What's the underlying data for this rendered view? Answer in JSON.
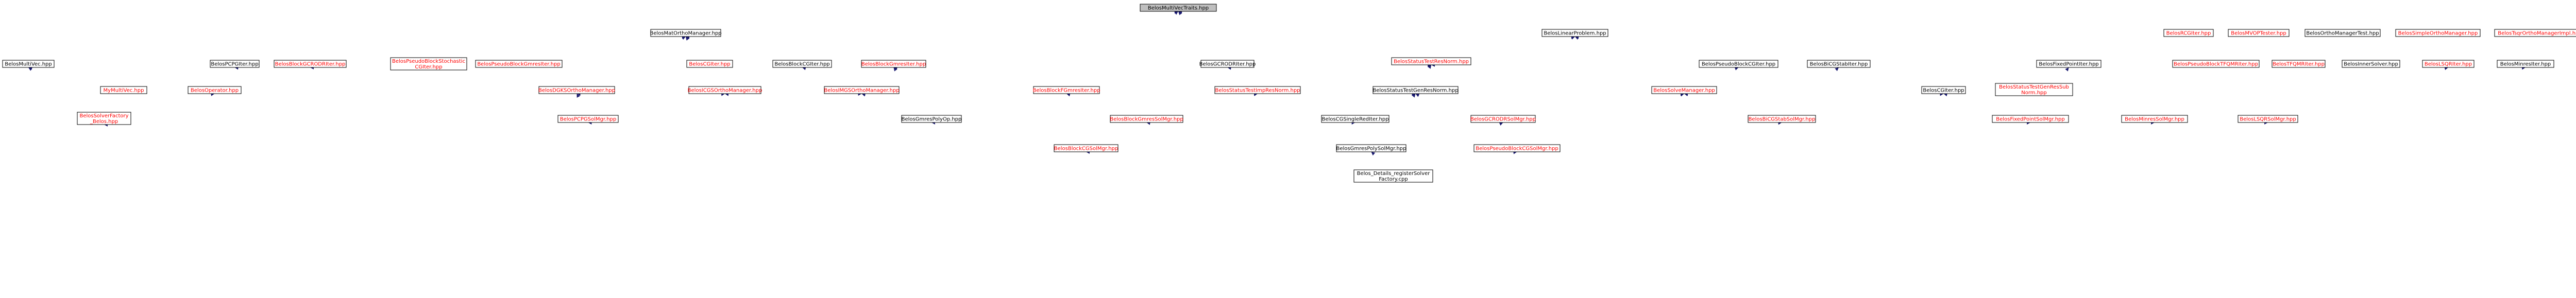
{
  "graph": {
    "nodes": [
      {
        "id": "root",
        "lines": [
          "BelosMultiVecTraits.hpp"
        ],
        "color": "#000000",
        "fill": "#bfbfbf"
      },
      {
        "id": "orthomgr",
        "lines": [
          "BelosMatOrthoManager.hpp"
        ],
        "color": "#000000",
        "fill": "#ffffff"
      },
      {
        "id": "linearproblem",
        "lines": [
          "BelosLinearProblem.hpp"
        ],
        "color": "#000000",
        "fill": "#ffffff"
      },
      {
        "id": "rcgiter",
        "lines": [
          "BelosRCGIter.hpp"
        ],
        "color": "#ff0000",
        "fill": "#ffffff"
      },
      {
        "id": "mvoptester",
        "lines": [
          "BelosMVOPTester.hpp"
        ],
        "color": "#ff0000",
        "fill": "#ffffff"
      },
      {
        "id": "orthomgrtest",
        "lines": [
          "BelosOrthoManagerTest.hpp"
        ],
        "color": "#000000",
        "fill": "#ffffff"
      },
      {
        "id": "simpleortho",
        "lines": [
          "BelosSimpleOrthoManager.hpp"
        ],
        "color": "#ff0000",
        "fill": "#ffffff"
      },
      {
        "id": "tsqrortho",
        "lines": [
          "BelosTsqrOrthoManagerImpl.hpp"
        ],
        "color": "#ff0000",
        "fill": "#ffffff"
      },
      {
        "id": "multivec",
        "lines": [
          "BelosMultiVec.hpp"
        ],
        "color": "#000000",
        "fill": "#ffffff"
      },
      {
        "id": "pcpgiter",
        "lines": [
          "BelosPCPGIter.hpp"
        ],
        "color": "#000000",
        "fill": "#ffffff"
      },
      {
        "id": "blockgcrodr",
        "lines": [
          "BelosBlockGCRODRIter.hpp"
        ],
        "color": "#ff0000",
        "fill": "#ffffff"
      },
      {
        "id": "pseudoblockstoch",
        "lines": [
          "BelosPseudoBlockStochastic",
          "CGIter.hpp"
        ],
        "color": "#ff0000",
        "fill": "#ffffff"
      },
      {
        "id": "pseudoblockgmres",
        "lines": [
          "BelosPseudoBlockGmresIter.hpp"
        ],
        "color": "#ff0000",
        "fill": "#ffffff"
      },
      {
        "id": "cgiter",
        "lines": [
          "BelosCGIter.hpp"
        ],
        "color": "#ff0000",
        "fill": "#ffffff"
      },
      {
        "id": "blockcgiter",
        "lines": [
          "BelosBlockCGIter.hpp"
        ],
        "color": "#000000",
        "fill": "#ffffff"
      },
      {
        "id": "blockgmresiter",
        "lines": [
          "BelosBlockGmresIter.hpp"
        ],
        "color": "#ff0000",
        "fill": "#ffffff"
      },
      {
        "id": "statustestresnorm",
        "lines": [
          "BelosStatusTestResNorm.hpp"
        ],
        "color": "#ff0000",
        "fill": "#ffffff"
      },
      {
        "id": "blockfgmres",
        "lines": [
          "BelosBlockFGmresIter.hpp"
        ],
        "color": "#ff0000",
        "fill": "#ffffff"
      },
      {
        "id": "gcrodriter",
        "lines": [
          "BelosGCRODRIter.hpp"
        ],
        "color": "#000000",
        "fill": "#ffffff"
      },
      {
        "id": "pseudoblockcg",
        "lines": [
          "BelosPseudoBlockCGIter.hpp"
        ],
        "color": "#000000",
        "fill": "#ffffff"
      },
      {
        "id": "bicgstabiter",
        "lines": [
          "BelosBiCGStabIter.hpp"
        ],
        "color": "#000000",
        "fill": "#ffffff"
      },
      {
        "id": "fixedpointiter",
        "lines": [
          "BelosFixedPointIter.hpp"
        ],
        "color": "#000000",
        "fill": "#ffffff"
      },
      {
        "id": "pseudoblocktfqmr",
        "lines": [
          "BelosPseudoBlockTFQMRIter.hpp"
        ],
        "color": "#ff0000",
        "fill": "#ffffff"
      },
      {
        "id": "tfqmriter",
        "lines": [
          "BelosTFQMRIter.hpp"
        ],
        "color": "#ff0000",
        "fill": "#ffffff"
      },
      {
        "id": "innersolver",
        "lines": [
          "BelosInnerSolver.hpp"
        ],
        "color": "#000000",
        "fill": "#ffffff"
      },
      {
        "id": "lsqriter",
        "lines": [
          "BelosLSQRIter.hpp"
        ],
        "color": "#ff0000",
        "fill": "#ffffff"
      },
      {
        "id": "minresiter",
        "lines": [
          "BelosMinresIter.hpp"
        ],
        "color": "#000000",
        "fill": "#ffffff"
      },
      {
        "id": "mymultivec",
        "lines": [
          "MyMultiVec.hpp"
        ],
        "color": "#ff0000",
        "fill": "#ffffff"
      },
      {
        "id": "operator",
        "lines": [
          "BelosOperator.hpp"
        ],
        "color": "#ff0000",
        "fill": "#ffffff"
      },
      {
        "id": "dgksortho",
        "lines": [
          "BelosDGKSOrthoManager.hpp"
        ],
        "color": "#ff0000",
        "fill": "#ffffff"
      },
      {
        "id": "icgsortho",
        "lines": [
          "BelosICGSOrthoManager.hpp"
        ],
        "color": "#ff0000",
        "fill": "#ffffff"
      },
      {
        "id": "imgsortho",
        "lines": [
          "BelosIMGSOrthoManager.hpp"
        ],
        "color": "#ff0000",
        "fill": "#ffffff"
      },
      {
        "id": "statustestimpres",
        "lines": [
          "BelosStatusTestImpResNorm.hpp"
        ],
        "color": "#ff0000",
        "fill": "#ffffff"
      },
      {
        "id": "statustestgenres",
        "lines": [
          "BelosStatusTestGenResNorm.hpp"
        ],
        "color": "#000000",
        "fill": "#ffffff"
      },
      {
        "id": "solvemanager",
        "lines": [
          "BelosSolveManager.hpp"
        ],
        "color": "#ff0000",
        "fill": "#ffffff"
      },
      {
        "id": "cgiterhpp",
        "lines": [
          "BelosCGIter.hpp"
        ],
        "color": "#000000",
        "fill": "#ffffff"
      },
      {
        "id": "statustestgenressubnorm",
        "lines": [
          "BelosStatusTestGenResSub",
          "Norm.hpp"
        ],
        "color": "#ff0000",
        "fill": "#ffffff"
      },
      {
        "id": "solverfactorybelos",
        "lines": [
          "BelosSolverFactory",
          "_Belos.hpp"
        ],
        "color": "#ff0000",
        "fill": "#ffffff"
      },
      {
        "id": "pcpgsolmgr",
        "lines": [
          "BelosPCPGSolMgr.hpp"
        ],
        "color": "#ff0000",
        "fill": "#ffffff"
      },
      {
        "id": "gmrespolyop",
        "lines": [
          "BelosGmresPolyOp.hpp"
        ],
        "color": "#000000",
        "fill": "#ffffff"
      },
      {
        "id": "blockgmressolmgr",
        "lines": [
          "BelosBlockGmresSolMgr.hpp"
        ],
        "color": "#ff0000",
        "fill": "#ffffff"
      },
      {
        "id": "cgsinglered",
        "lines": [
          "BelosCGSingleRedIter.hpp"
        ],
        "color": "#000000",
        "fill": "#ffffff"
      },
      {
        "id": "gcrodrsolmgr",
        "lines": [
          "BelosGCRODRSolMgr.hpp"
        ],
        "color": "#ff0000",
        "fill": "#ffffff"
      },
      {
        "id": "bicgstabsolmgr",
        "lines": [
          "BelosBiCGStabSolMgr.hpp"
        ],
        "color": "#ff0000",
        "fill": "#ffffff"
      },
      {
        "id": "fixedpointsolmgr",
        "lines": [
          "BelosFixedPointSolMgr.hpp"
        ],
        "color": "#ff0000",
        "fill": "#ffffff"
      },
      {
        "id": "minressolmgr",
        "lines": [
          "BelosMinresSolMgr.hpp"
        ],
        "color": "#ff0000",
        "fill": "#ffffff"
      },
      {
        "id": "lsqrsolmgr",
        "lines": [
          "BelosLSQRSolMgr.hpp"
        ],
        "color": "#ff0000",
        "fill": "#ffffff"
      },
      {
        "id": "blockcgsolmgr",
        "lines": [
          "BelosBlockCGSolMgr.hpp"
        ],
        "color": "#ff0000",
        "fill": "#ffffff"
      },
      {
        "id": "gmrespolysolmgr",
        "lines": [
          "BelosGmresPolySolMgr.hpp"
        ],
        "color": "#000000",
        "fill": "#ffffff"
      },
      {
        "id": "pseudoblockcgsolmgr",
        "lines": [
          "BelosPseudoBlockCGSolMgr.hpp"
        ],
        "color": "#ff0000",
        "fill": "#ffffff"
      },
      {
        "id": "solverfactory",
        "lines": [
          "Belos_Details_registerSolver",
          "Factory.cpp"
        ],
        "color": "#000000",
        "fill": "#ffffff"
      }
    ],
    "edges": [
      [
        "orthomgr",
        "root"
      ],
      [
        "linearproblem",
        "root"
      ],
      [
        "rcgiter",
        "root"
      ],
      [
        "mvoptester",
        "root"
      ],
      [
        "orthomgrtest",
        "root"
      ],
      [
        "simpleortho",
        "root"
      ],
      [
        "tsqrortho",
        "root"
      ],
      [
        "multivec",
        "root"
      ],
      [
        "pcpgiter",
        "root"
      ],
      [
        "blockgcrodr",
        "root"
      ],
      [
        "pseudoblockstoch",
        "root"
      ],
      [
        "pseudoblockgmres",
        "root"
      ],
      [
        "cgiter",
        "root"
      ],
      [
        "blockcgiter",
        "root"
      ],
      [
        "blockgmresiter",
        "root"
      ],
      [
        "statustestresnorm",
        "root"
      ],
      [
        "blockfgmres",
        "root"
      ],
      [
        "gcrodriter",
        "root"
      ],
      [
        "pseudoblockcg",
        "root"
      ],
      [
        "bicgstabiter",
        "root"
      ],
      [
        "fixedpointiter",
        "root"
      ],
      [
        "innersolver",
        "root"
      ],
      [
        "lsqriter",
        "root"
      ],
      [
        "minresiter",
        "root"
      ],
      [
        "statustestgenres",
        "root"
      ],
      [
        "solvemanager",
        "root"
      ],
      [
        "cgiterhpp",
        "root"
      ],
      [
        "statustestimpres",
        "root"
      ],
      [
        "pcpgiter",
        "orthomgr"
      ],
      [
        "blockgcrodr",
        "orthomgr"
      ],
      [
        "pseudoblockstoch",
        "orthomgr"
      ],
      [
        "pseudoblockgmres",
        "orthomgr"
      ],
      [
        "cgiter",
        "orthomgr"
      ],
      [
        "blockgmresiter",
        "orthomgr"
      ],
      [
        "gcrodriter",
        "orthomgr"
      ],
      [
        "dgksortho",
        "orthomgr"
      ],
      [
        "icgsortho",
        "orthomgr"
      ],
      [
        "imgsortho",
        "orthomgr"
      ],
      [
        "blockcgiter",
        "orthomgr"
      ],
      [
        "pcpgiter",
        "linearproblem"
      ],
      [
        "blockgcrodr",
        "linearproblem"
      ],
      [
        "pseudoblockgmres",
        "linearproblem"
      ],
      [
        "cgiter",
        "linearproblem"
      ],
      [
        "blockgmresiter",
        "linearproblem"
      ],
      [
        "statustestresnorm",
        "linearproblem"
      ],
      [
        "blockfgmres",
        "linearproblem"
      ],
      [
        "gcrodriter",
        "linearproblem"
      ],
      [
        "pseudoblockcg",
        "linearproblem"
      ],
      [
        "bicgstabiter",
        "linearproblem"
      ],
      [
        "fixedpointiter",
        "linearproblem"
      ],
      [
        "pseudoblocktfqmr",
        "linearproblem"
      ],
      [
        "tfqmriter",
        "linearproblem"
      ],
      [
        "innersolver",
        "linearproblem"
      ],
      [
        "lsqriter",
        "linearproblem"
      ],
      [
        "minresiter",
        "linearproblem"
      ],
      [
        "solvemanager",
        "linearproblem"
      ],
      [
        "cgiterhpp",
        "linearproblem"
      ],
      [
        "statustestgenres",
        "linearproblem"
      ],
      [
        "blockcgiter",
        "linearproblem"
      ],
      [
        "statustestgenressubnorm",
        "linearproblem"
      ],
      [
        "mymultivec",
        "multivec"
      ],
      [
        "operator",
        "multivec"
      ],
      [
        "solverfactorybelos",
        "multivec"
      ],
      [
        "solverfactorybelos",
        "operator"
      ],
      [
        "statustestimpres",
        "statustestresnorm"
      ],
      [
        "statustestgenres",
        "statustestresnorm"
      ],
      [
        "statustestgenressubnorm",
        "statustestresnorm"
      ],
      [
        "pcpgsolmgr",
        "pcpgiter"
      ],
      [
        "pcpgsolmgr",
        "dgksortho"
      ],
      [
        "pcpgsolmgr",
        "icgsortho"
      ],
      [
        "pcpgsolmgr",
        "imgsortho"
      ],
      [
        "pcpgsolmgr",
        "statustestgenres"
      ],
      [
        "pcpgsolmgr",
        "solvemanager"
      ],
      [
        "gmrespolyop",
        "blockgmresiter"
      ],
      [
        "gmrespolyop",
        "dgksortho"
      ],
      [
        "gmrespolyop",
        "icgsortho"
      ],
      [
        "gmrespolyop",
        "imgsortho"
      ],
      [
        "gmrespolyop",
        "statustestimpres"
      ],
      [
        "gmrespolyop",
        "statustestgenres"
      ],
      [
        "gmrespolyop",
        "linearproblem"
      ],
      [
        "blockgmressolmgr",
        "blockgmresiter"
      ],
      [
        "blockgmressolmgr",
        "blockfgmres"
      ],
      [
        "blockgmressolmgr",
        "imgsortho"
      ],
      [
        "blockgmressolmgr",
        "statustestimpres"
      ],
      [
        "blockgmressolmgr",
        "statustestgenres"
      ],
      [
        "blockgmressolmgr",
        "solvemanager"
      ],
      [
        "cgsinglered",
        "linearproblem"
      ],
      [
        "cgsinglered",
        "cgiterhpp"
      ],
      [
        "gcrodrsolmgr",
        "gcrodriter"
      ],
      [
        "gcrodrsolmgr",
        "blockgcrodr"
      ],
      [
        "gcrodrsolmgr",
        "statustestgenres"
      ],
      [
        "gcrodrsolmgr",
        "solvemanager"
      ],
      [
        "bicgstabsolmgr",
        "bicgstabiter"
      ],
      [
        "bicgstabsolmgr",
        "solvemanager"
      ],
      [
        "fixedpointsolmgr",
        "fixedpointiter"
      ],
      [
        "fixedpointsolmgr",
        "solvemanager"
      ],
      [
        "fixedpointsolmgr",
        "cgiterhpp"
      ],
      [
        "minressolmgr",
        "minresiter"
      ],
      [
        "minressolmgr",
        "solvemanager"
      ],
      [
        "lsqrsolmgr",
        "lsqriter"
      ],
      [
        "lsqrsolmgr",
        "solvemanager"
      ],
      [
        "blockcgsolmgr",
        "blockcgiter"
      ],
      [
        "blockcgsolmgr",
        "cgsinglered"
      ],
      [
        "blockcgsolmgr",
        "dgksortho"
      ],
      [
        "blockcgsolmgr",
        "icgsortho"
      ],
      [
        "blockcgsolmgr",
        "imgsortho"
      ],
      [
        "blockcgsolmgr",
        "statustestgenres"
      ],
      [
        "blockcgsolmgr",
        "solvemanager"
      ],
      [
        "blockcgsolmgr",
        "cgiterhpp"
      ],
      [
        "gmrespolysolmgr",
        "gmrespolyop"
      ],
      [
        "gmrespolysolmgr",
        "solvemanager"
      ],
      [
        "gmrespolysolmgr",
        "statustestgenres"
      ],
      [
        "pseudoblockcgsolmgr",
        "pseudoblockcg"
      ],
      [
        "pseudoblockcgsolmgr",
        "solvemanager"
      ],
      [
        "pseudoblockcgsolmgr",
        "cgiterhpp"
      ],
      [
        "pseudoblockcgsolmgr",
        "statustestgenres"
      ],
      [
        "solverfactory",
        "solverfactorybelos"
      ],
      [
        "solverfactory",
        "pcpgsolmgr"
      ],
      [
        "solverfactory",
        "blockgmressolmgr"
      ],
      [
        "solverfactory",
        "blockcgsolmgr"
      ],
      [
        "solverfactory",
        "gcrodrsolmgr"
      ],
      [
        "solverfactory",
        "gmrespolysolmgr"
      ],
      [
        "solverfactory",
        "pseudoblockcgsolmgr"
      ],
      [
        "solverfactory",
        "bicgstabsolmgr"
      ],
      [
        "solverfactory",
        "fixedpointsolmgr"
      ],
      [
        "solverfactory",
        "minressolmgr"
      ],
      [
        "solverfactory",
        "lsqrsolmgr"
      ]
    ]
  }
}
